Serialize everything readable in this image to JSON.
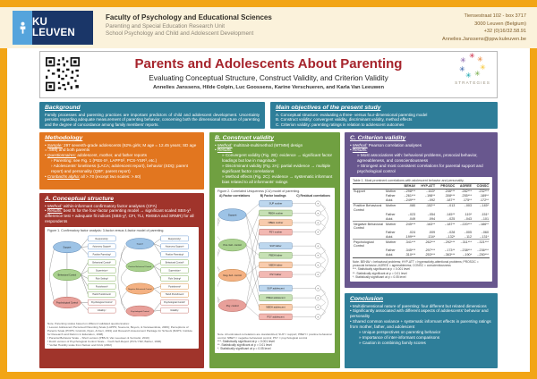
{
  "colors": {
    "poster_bg": "#F2A516",
    "header_band": "#FBF2DB",
    "logo_navy": "#1A3668",
    "logo_blue": "#55A4DC",
    "title_red": "#A6242C",
    "teal_box": "#2E7E99",
    "orange_box": "#E2761F",
    "dark_red_box": "#A0342B",
    "green_box": "#70A041",
    "purple_box": "#68578E",
    "factor_blue": "#9DC3E6",
    "factor_green": "#A9D18E",
    "factor_orange": "#F4B183",
    "factor_red": "#E8A09A"
  },
  "header": {
    "logo_text": "KU LEUVEN",
    "faculty": "Faculty of Psychology and Educational Sciences",
    "unit": "Parenting and Special Education Research Unit",
    "school": "School Psychology and Child and Adolescent Development",
    "contact": [
      "Tiensestraat 102 - box 3717",
      "3000 Leuven (Belgium)",
      "+32 (0)16/32.58.91",
      "Annelies.Janssens@ppw.kuleuven.be"
    ]
  },
  "title_block": {
    "title": "Parents and Adolescents About Parenting",
    "subtitle": "Evaluating Conceptual Structure, Construct Validity, and Criterion Validity",
    "authors": "Annelies Janssens, Hilde Colpin, Luc Goossens, Karine Verschueren, and Karla Van Leeuwen",
    "strategies_label": "STRATEGIES"
  },
  "background": {
    "heading": "Background",
    "body": "Family processes and parenting practices are important predictors of child and adolescent development. Uncertainty persists regarding adequate measurement of parenting behavior, concerning both the dimensional structure of parenting and the degree of concordance among family members' reports."
  },
  "objectives": {
    "heading": "Main objectives of the present study",
    "items": [
      "A. Conceptual structure: evaluating a three- versus four-dimensional parenting model",
      "B. Construct validity: convergent validity, discriminant validity, method effects",
      "C. Criterion validity: parenting ratings in relation to adolescent outcomes"
    ]
  },
  "methodology": {
    "heading": "Methodology",
    "sample_label": "Sample:",
    "sample": "297 seventh-grade adolescents (62% girls; M age = 12.45 years; SD age = .569) and both parents",
    "quest_label": "Questionnaires:",
    "quest": "adolescent, mother, and father reports",
    "quest_sub1": "Parenting: see Fig. 1 (PBS-S¹, LAPPS², PCS-YSR³, etc.)",
    "quest_sub2": "Adolescents' loneliness (LACA; adolescent report), behavior (SDQ; parent report) and personality (QBF; parent report)",
    "alpha_label": "Cronbachs alpha:",
    "alpha": "all >.70 (except two scales: >.60)"
  },
  "conceptual": {
    "heading": "A. Conceptual structure",
    "method_label": "Method:",
    "method": "within-informant confirmatory factor analyses (CFA)",
    "results_label": "Results:",
    "results": "best fit for the four-factor parenting model → significant scaled SBS-χ² difference test + adequate fit indices (SBS-χ², CFI, TLI, RMSEA and SRMR) for all respondents",
    "figure": {
      "caption": "Figure 1. Confirmatory factor analysis: 3-factor versus 4-factor model of parenting.",
      "factors3": [
        "Support",
        "Behavioral Control",
        "Psychological Control"
      ],
      "factors4": [
        "Support",
        "Positive Behavioral Control",
        "Negative Behavioral Control",
        "Psychological Control"
      ],
      "indicators": [
        "Responsivity¹",
        "Autonomy Support¹",
        "Positive Parenting²",
        "Behavioral Control²",
        "Supervision¹",
        "Rule Setting²",
        "Punishment²",
        "Harsh Punishment²",
        "Psychological Control³",
        "Volatility⁴"
      ],
      "notes": [
        "Note. Parenting scales based on different validated questionnaires:",
        "¹ Leuven Adolescent Perceived Parenting Scale (LAPPS; Soenens, Beyers, & Vansteenkiste, 2006); Perceptions of Parents Scale (POPS; Grolnick, Ryan, & Deci, 1991) and Research Assessment Package for Schools (RAPS; Institute for Research and Reform in Education, 1998)",
        "² Parental Behavior Scale – Short version (PBS-S; Van Leeuwen & Vermulst, 2010)",
        "³ Dutch version of Psychological Control Scale – Youth Self-Report (PCS-YSR; Barber, 1996)",
        "⁴ Verbal Hostility scale from Nelson and Crick (2002)"
      ]
    }
  },
  "construct": {
    "heading": "B. Construct validity",
    "method_label": "Method:",
    "method": "multitrait-multimethod (MTMM) design",
    "results_label": "Results:",
    "results": [
      "Convergent validity (Fig. 2B): evidence → significant factor loadings but low in magnitude",
      "Discriminant validity (Fig. 2A): partial evidence → multiple significant factor correlations",
      "Method effects (Fig. 2C): evidence → systematic informant bias related to all informants' ratings"
    ],
    "figure": {
      "caption": "Figure 2. Correlated Uniqueness (CU) model of parenting.",
      "col_a": "A) Factor correlations",
      "col_b": "B) Factor loadings",
      "col_c": "C) Residual correlations",
      "factors": [
        "Support",
        "Pos. beh. control",
        "Neg. beh. control",
        "Psy. control"
      ],
      "indicators": [
        "SUP mother",
        "PBEH mother",
        "NBEH mother",
        "PSY mother",
        "SUP father",
        "PBEH father",
        "NBEH father",
        "PSY father",
        "SUP adolescent",
        "PBEH adolescent",
        "NBEH adolescent",
        "PSY adolescent"
      ],
      "error_label": "e",
      "note": "Note. All estimated correlations are standardized; SUP = support; PBEH = positive behavioral control; NBEH = negative behavioral control; PSY = psychological control"
    }
  },
  "criterion": {
    "heading": "C. Criterion validity",
    "method_label": "Method:",
    "method": "Pearson correlation analyses",
    "results_label": "Results:",
    "results": [
      "Most associations with: behavioral problems, prosocial behavior, agreeableness, and conscientiousness",
      "Strongest and most consistent correlations for parental support and psychological control"
    ],
    "table": {
      "caption": "Table 1. Most prominent correlations with adolescent behavior and personality.",
      "columns": [
        "BEHAV",
        "HYP-ATT",
        "PROSOC",
        "AGREE",
        "CONSC"
      ],
      "rows": [
        {
          "group": "Support",
          "informant": "Mother",
          "values": [
            "-.298***",
            "-.163*",
            ".246***",
            ".282***",
            ".232***"
          ]
        },
        {
          "group": "",
          "informant": "Father",
          "values": [
            "-.261***",
            "-.198**",
            ".308***",
            ".255***",
            ".189**"
          ]
        },
        {
          "group": "",
          "informant": "Adol.",
          "values": [
            "-.249***",
            "-.092",
            ".187**",
            ".175**",
            ".172**"
          ]
        },
        {
          "group": "Positive Behavioral Control",
          "informant": "Mother",
          "values": [
            ".080",
            ".152**",
            "-.013",
            "-.003",
            "-.145*"
          ]
        },
        {
          "group": "",
          "informant": "Father",
          "values": [
            "-.023",
            "-.054",
            ".145**",
            ".119*",
            ".151*"
          ]
        },
        {
          "group": "",
          "informant": "Adol.",
          "values": [
            ".049",
            ".094",
            "-.025",
            "-.043",
            "-.101"
          ]
        },
        {
          "group": "Negative Behavioral Control",
          "informant": "Mother",
          "values": [
            ".245***",
            ".163**",
            "-.187**",
            "-.220***",
            "-.186**"
          ]
        },
        {
          "group": "",
          "informant": "Father",
          "values": [
            ".024",
            ".009",
            "-.028",
            "-.005",
            "-.060"
          ]
        },
        {
          "group": "",
          "informant": "Adol.",
          "values": [
            ".199***",
            ".134*",
            "-.132*",
            "-.112",
            "-.131*"
          ]
        },
        {
          "group": "Psychological Control",
          "informant": "Mother",
          "values": [
            ".341***",
            ".262***",
            "-.292***",
            "-.311***",
            "-.321***"
          ]
        },
        {
          "group": "",
          "informant": "Father",
          "values": [
            ".345***",
            ".297***",
            "-.173**",
            "-.238***",
            "-.236***"
          ]
        },
        {
          "group": "",
          "informant": "Adol.",
          "values": [
            ".310***",
            ".253***",
            "-.363***",
            "-.190*",
            "-.250***"
          ]
        }
      ],
      "note": "Note. BEHAV = behavioral problems; HYP-ATT = hyperactivity-attentional problems; PROSOC = prosocial behavior; AGREE = agreeableness; CONSC = conscientiousness"
    }
  },
  "sig_levels": [
    "***. Statistically significant at p = 0.001 level",
    "**. Statistically significant at p = 0.01 level",
    "*. Statistically significant at p = 0.05 level"
  ],
  "conclusion": {
    "heading": "Conclusion",
    "bullets": [
      "Multidimensional nature of parenting: four different but related dimensions",
      "Significantly associated with different aspects of adolescents' behavior and personality",
      "Shared common variance + systematic informant effects in parenting ratings from mother, father, and adolescent"
    ],
    "sub_bullets": [
      "Unique perspectives on parenting behavior",
      "Importance of inter-informant comparisons",
      "Caution in combining family scores"
    ]
  }
}
